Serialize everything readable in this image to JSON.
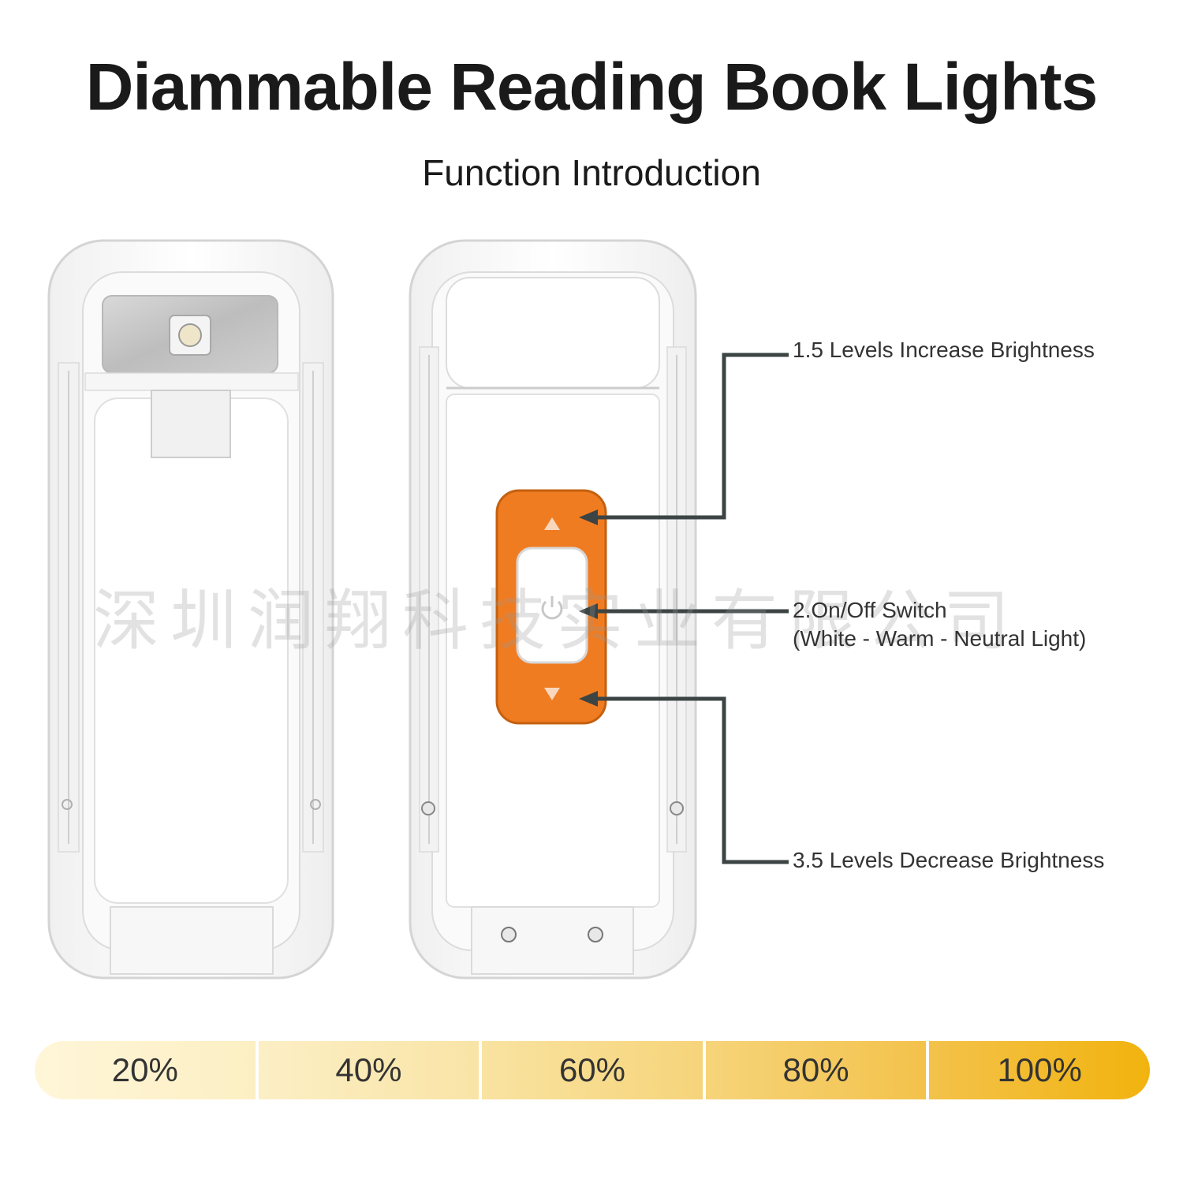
{
  "header": {
    "title": "Diammable Reading Book Lights",
    "subtitle": "Function Introduction"
  },
  "callouts": {
    "increase": "1.5 Levels Increase Brightness",
    "switch_line1": "2.On/Off Switch",
    "switch_line2": "(White - Warm - Neutral Light)",
    "decrease": "3.5 Levels Decrease Brightness"
  },
  "watermark": "深圳润翔科技实业有限公司",
  "brightness_levels": [
    "20%",
    "40%",
    "60%",
    "80%",
    "100%"
  ],
  "colors": {
    "button_orange": "#f07c22",
    "body_white": "#ffffff",
    "level_end": "#f2b30e"
  },
  "icons": [
    "power-icon",
    "arrow-up-icon",
    "arrow-down-icon"
  ]
}
